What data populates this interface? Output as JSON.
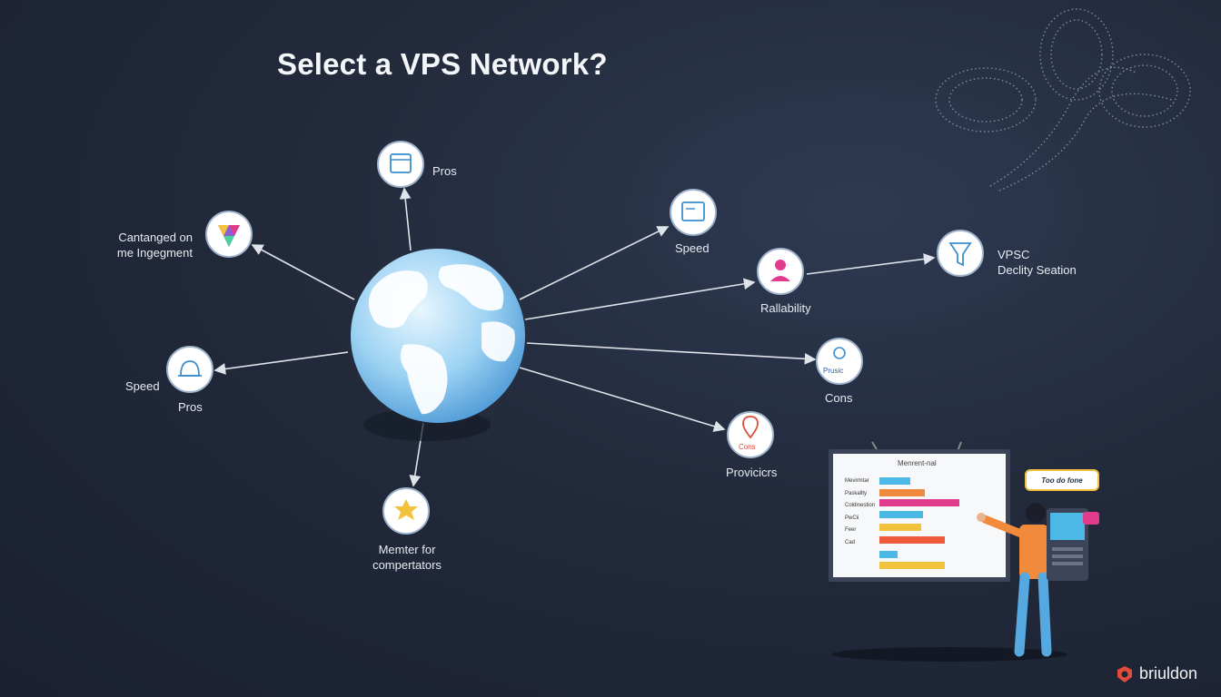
{
  "title": "Select a VPS Network?",
  "nodes": {
    "top": {
      "label": "Pros",
      "icon": "ui-window-icon"
    },
    "left_upper": {
      "label1": "Cantanged on",
      "label2": "me Ingegment",
      "icon": "color-shield-icon"
    },
    "left_lower": {
      "label1": "Speed",
      "label2": "Pros",
      "icon": "alarm-icon"
    },
    "bottom": {
      "label1": "Memter for",
      "label2": "compertators",
      "icon": "sun-badge-icon"
    },
    "right_speed": {
      "label": "Speed",
      "icon": "browser-window-icon"
    },
    "right_reliability": {
      "label": "Rallability",
      "icon": "user-icon"
    },
    "far_right": {
      "label1": "VPSC",
      "label2": "Declity Seation",
      "icon": "funnel-icon"
    },
    "right_cons": {
      "label": "Cons",
      "icon_text": "Prusic",
      "icon": "globe-icon"
    },
    "right_providers": {
      "label": "Provicicrs",
      "icon_text": "Cons",
      "icon": "location-pin-icon"
    }
  },
  "board": {
    "title": "Menrent-nal",
    "rows": [
      "Mevirmtar",
      "Paskallty",
      "Coldinestion",
      "PwCii",
      "Feer",
      "Cad"
    ],
    "bar_colors": [
      "#4bb8e6",
      "#f08a3c",
      "#e13b8e",
      "#4bb8e6",
      "#f3c23c",
      "#f05a3c",
      "#4bb8e6",
      "#f3c23c"
    ]
  },
  "bubble": "Too do fone",
  "brand": "briuldon",
  "colors": {
    "accent_blue": "#4bb8e6",
    "accent_pink": "#e13b8e",
    "accent_orange": "#f08a3c",
    "accent_yellow": "#f3c23c",
    "brand_red": "#e04b3a"
  }
}
